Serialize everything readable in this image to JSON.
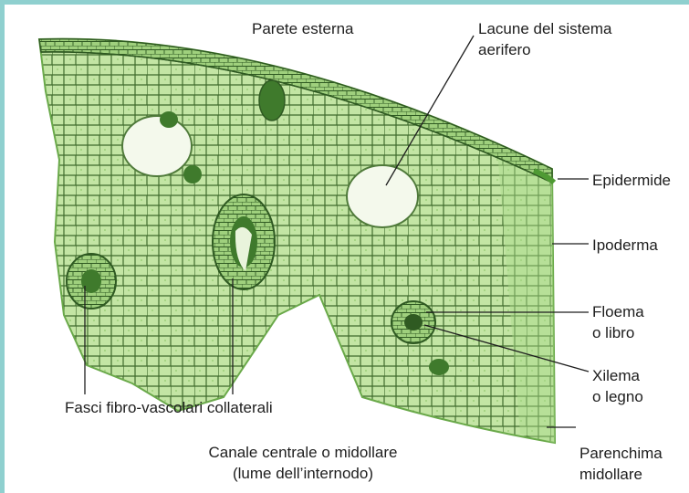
{
  "labels": {
    "parete_esterna": "Parete esterna",
    "lacune_line1": "Lacune del sistema",
    "lacune_line2": "aerifero",
    "epidermide": "Epidermide",
    "ipoderma": "Ipoderma",
    "floema_line1": "Floema",
    "floema_line2": "o libro",
    "xilema_line1": "Xilema",
    "xilema_line2": "o legno",
    "fasci": "Fasci fibro-vascolari collaterali",
    "canale_line1": "Canale centrale o midollare",
    "canale_line2": "(lume dell’internodo)",
    "parenchima_line1": "Parenchima",
    "parenchima_line2": "midollare"
  },
  "colors": {
    "frame": "#8fd0cf",
    "tissue_fill": "#c3e5a4",
    "tissue_dark": "#2f5a22",
    "outer_wall": "#4f9a34",
    "lacuna": "#f4f9ec",
    "bundle": "#3f7a2c",
    "leader_line": "#1e1e1e"
  }
}
